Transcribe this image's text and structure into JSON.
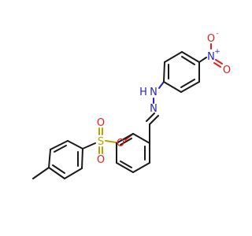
{
  "molecule": {
    "atoms": {
      "o_phenyl": "O",
      "s_sulfonyl": "S",
      "o_sulfonyl_a": "O",
      "o_sulfonyl_b": "O",
      "n_imine": "N",
      "n_amine": "N",
      "h_amine": "H",
      "n_nitro": "N",
      "n_nitro_charge": "+",
      "o_nitro_top": "O",
      "o_nitro_top_charge": "-",
      "o_nitro_right": "O"
    },
    "colors": {
      "bond": "#1a1a1a",
      "nitrogen": "#2424c8",
      "oxygen": "#e0201b",
      "sulfur": "#b8a000"
    }
  }
}
